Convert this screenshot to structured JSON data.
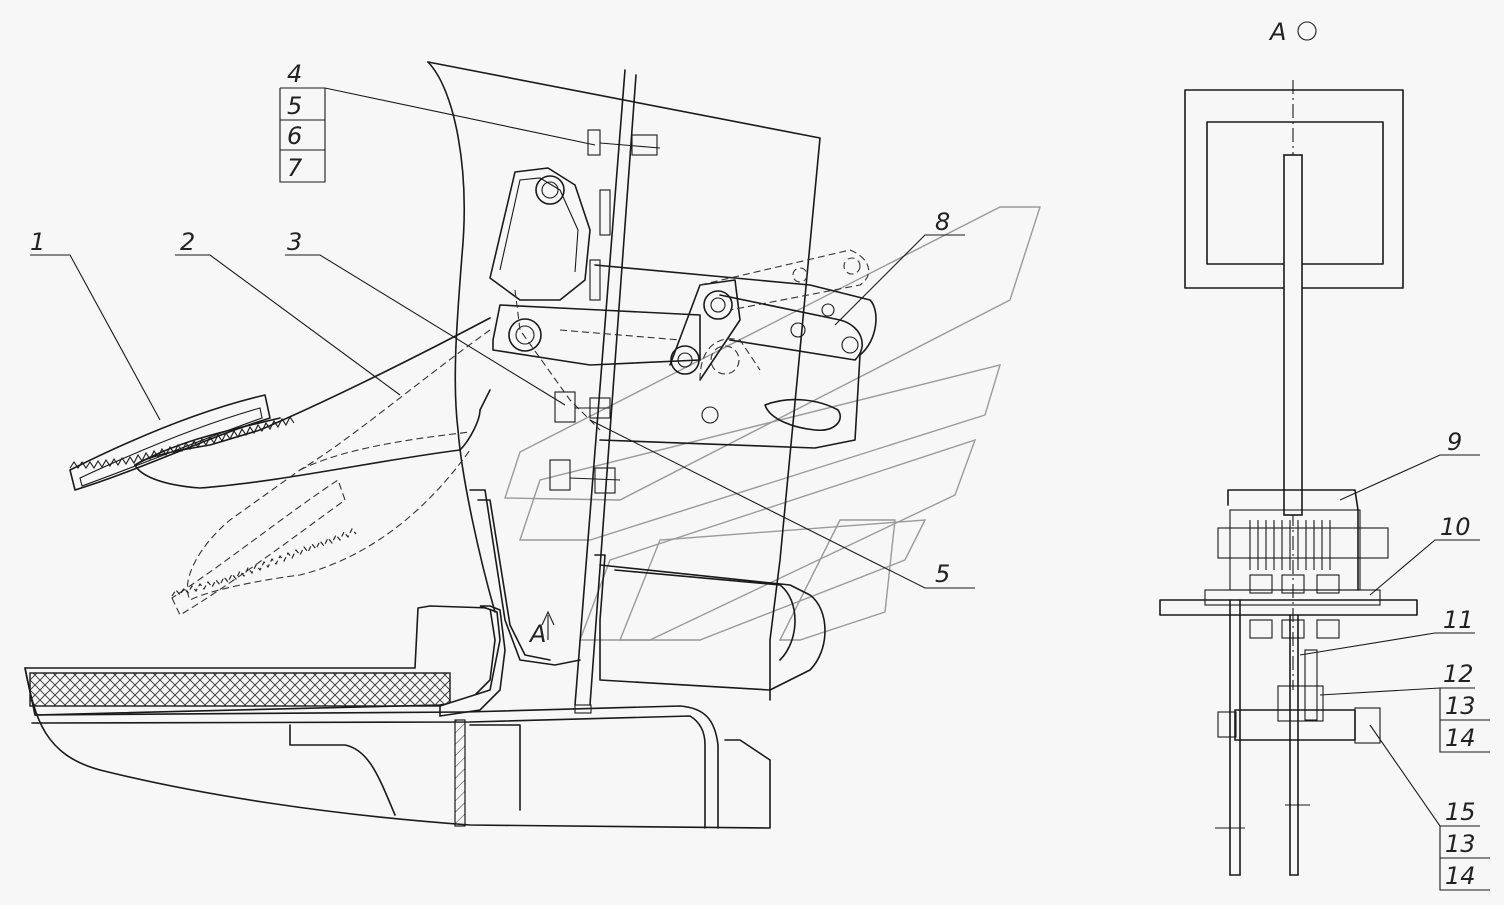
{
  "view_label": "A",
  "callouts": {
    "c1": "1",
    "c2": "2",
    "c3": "3",
    "c4": "4",
    "c5a": "5",
    "c6": "6",
    "c7": "7",
    "c5b": "5",
    "c8": "8",
    "c9": "9",
    "c10": "10",
    "c11": "11",
    "c12": "12",
    "c13a": "13",
    "c14a": "14",
    "c15": "15",
    "c13b": "13",
    "c14b": "14"
  },
  "section_marker": "A",
  "colors": {
    "line": "#1a1a1a",
    "background": "#f7f7f7",
    "watermark": "#9a9a9a"
  }
}
